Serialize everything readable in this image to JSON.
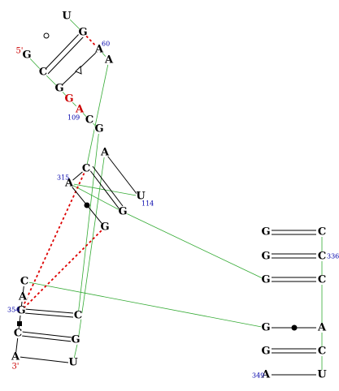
{
  "colors": {
    "nucleotide": "#000000",
    "highlight": "#cc0000",
    "number": "#0000aa",
    "terminal": "#cc0000",
    "backbone": "#33aa33",
    "interaction": "#33aa33",
    "dashed": "#dd0000",
    "pair": "#000000"
  },
  "nucleotides": [
    {
      "id": "n1",
      "label": "U"
    },
    {
      "id": "n2",
      "label": "G"
    },
    {
      "id": "n3",
      "label": "G"
    },
    {
      "id": "n4",
      "label": "A"
    },
    {
      "id": "n5",
      "label": "A"
    },
    {
      "id": "n6",
      "label": "C"
    },
    {
      "id": "n7",
      "label": "G"
    },
    {
      "id": "n8",
      "label": "G",
      "highlight": true
    },
    {
      "id": "n9",
      "label": "A",
      "highlight": true
    },
    {
      "id": "n10",
      "label": "C"
    },
    {
      "id": "n11",
      "label": "G"
    },
    {
      "id": "n12",
      "label": "A"
    },
    {
      "id": "n13",
      "label": "C"
    },
    {
      "id": "n14",
      "label": "A"
    },
    {
      "id": "n15",
      "label": "U"
    },
    {
      "id": "n16",
      "label": "G"
    },
    {
      "id": "n17",
      "label": "G"
    },
    {
      "id": "n18",
      "label": "C"
    },
    {
      "id": "n19",
      "label": "A"
    },
    {
      "id": "n20",
      "label": "G"
    },
    {
      "id": "n21",
      "label": "C"
    },
    {
      "id": "n22",
      "label": "C"
    },
    {
      "id": "n23",
      "label": "G"
    },
    {
      "id": "n24",
      "label": "A"
    },
    {
      "id": "n25",
      "label": "U"
    },
    {
      "id": "n26",
      "label": "G"
    },
    {
      "id": "n27",
      "label": "C"
    },
    {
      "id": "n28",
      "label": "G"
    },
    {
      "id": "n29",
      "label": "C"
    },
    {
      "id": "n30",
      "label": "G"
    },
    {
      "id": "n31",
      "label": "C"
    },
    {
      "id": "n32",
      "label": "G"
    },
    {
      "id": "n33",
      "label": "A"
    },
    {
      "id": "n34",
      "label": "G"
    },
    {
      "id": "n35",
      "label": "C"
    },
    {
      "id": "n36",
      "label": "A"
    },
    {
      "id": "n37",
      "label": "U"
    }
  ],
  "numbers": [
    {
      "id": "num60",
      "text": "60"
    },
    {
      "id": "num109",
      "text": "109"
    },
    {
      "id": "num315",
      "text": "315"
    },
    {
      "id": "num114",
      "text": "114"
    },
    {
      "id": "num354",
      "text": "354"
    },
    {
      "id": "num336",
      "text": "336"
    },
    {
      "id": "num349",
      "text": "349"
    }
  ],
  "terminals": [
    {
      "id": "t5",
      "text": "5'"
    },
    {
      "id": "t3",
      "text": "3'"
    }
  ]
}
